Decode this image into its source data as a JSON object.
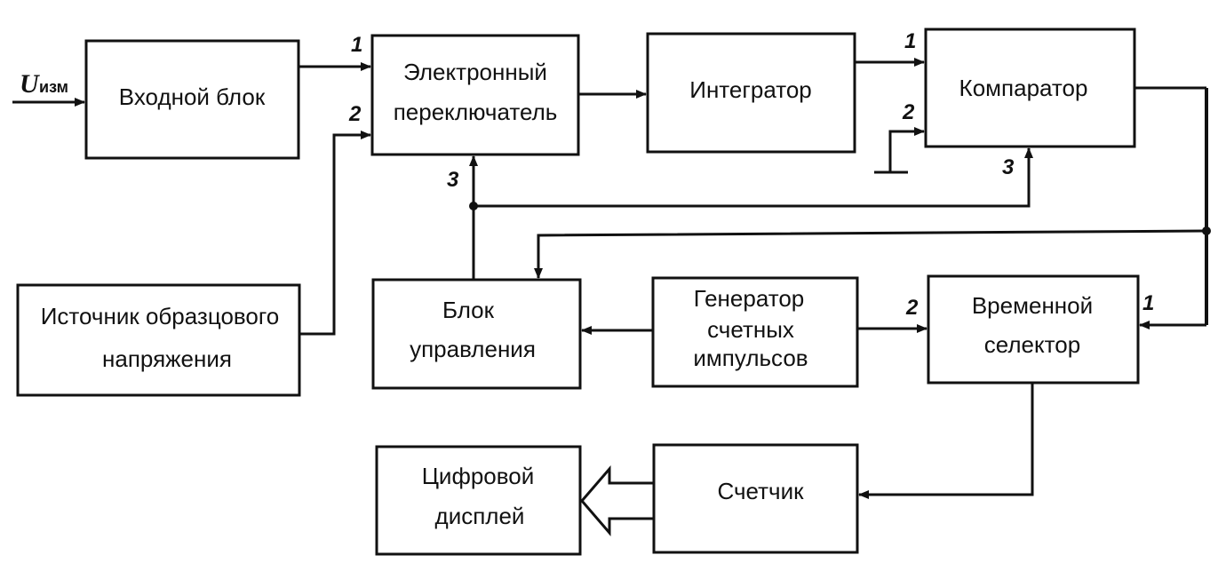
{
  "input_signal": {
    "symbol": "U",
    "subscript": "изм"
  },
  "blocks": {
    "input_block": {
      "lines": [
        "Входной блок"
      ]
    },
    "electronic_switch": {
      "lines": [
        "Электронный",
        "переключатель"
      ]
    },
    "integrator": {
      "lines": [
        "Интегратор"
      ]
    },
    "comparator": {
      "lines": [
        "Компаратор"
      ]
    },
    "reference_source": {
      "lines": [
        "Источник образцового",
        "напряжения"
      ]
    },
    "control_block": {
      "lines": [
        "Блок",
        "управления"
      ]
    },
    "pulse_generator": {
      "lines": [
        "Генератор",
        "счетных",
        "импульсов"
      ]
    },
    "time_selector": {
      "lines": [
        "Временной",
        "селектор"
      ]
    },
    "digital_display": {
      "lines": [
        "Цифровой",
        "дисплей"
      ]
    },
    "counter": {
      "lines": [
        "Счетчик"
      ]
    }
  },
  "ports": {
    "switch_in_1": "1",
    "switch_in_2": "2",
    "switch_in_3": "3",
    "comparator_in_1": "1",
    "comparator_in_2": "2",
    "comparator_in_3": "3",
    "selector_in_1": "1",
    "selector_in_2": "2"
  }
}
